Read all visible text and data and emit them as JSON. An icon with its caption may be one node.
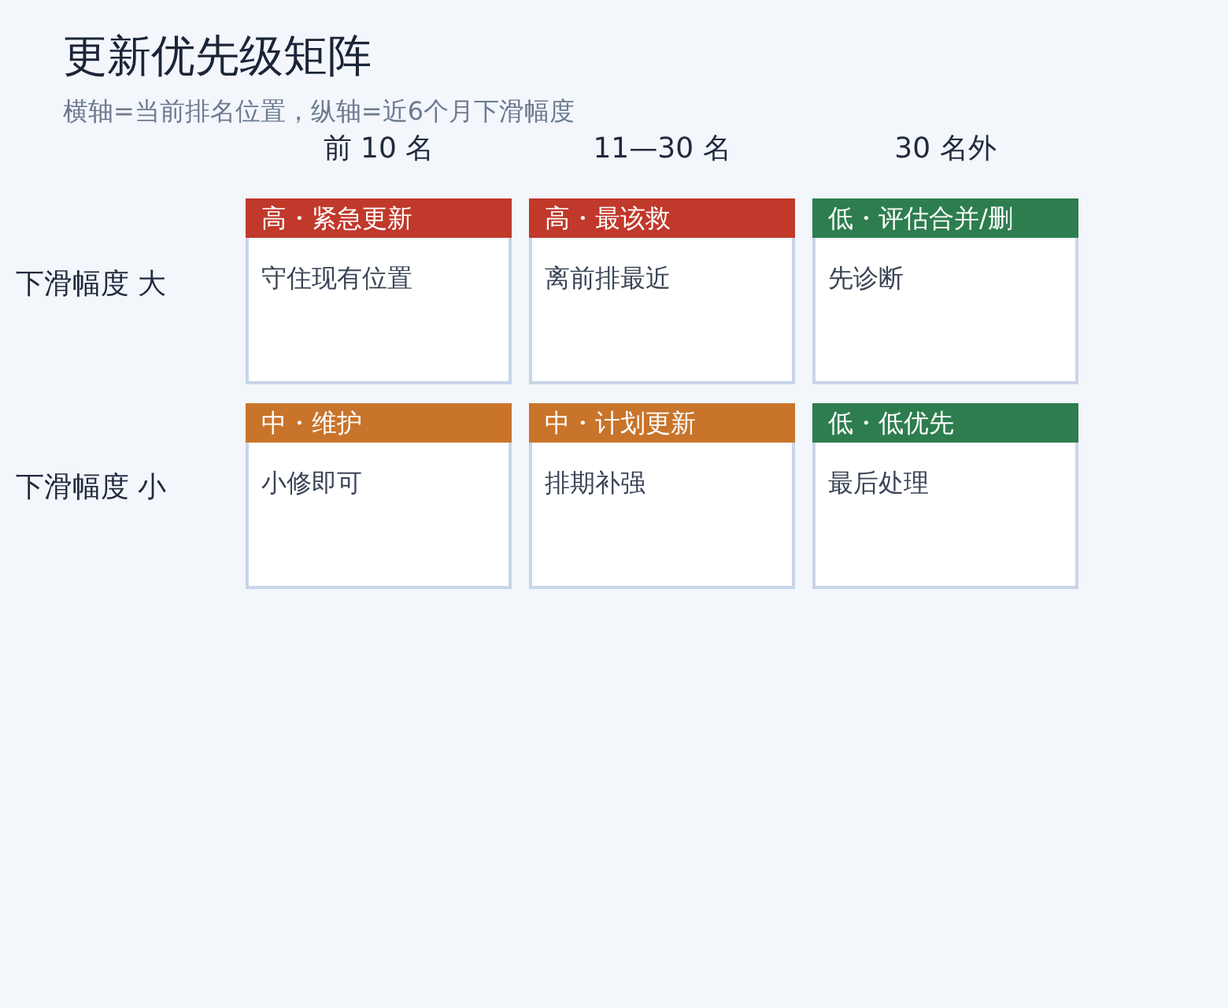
{
  "diagram": {
    "title": "更新优先级矩阵",
    "nodes": [
      {
        "text": [
          "高・紧急更新",
          "守住现有位置"
        ]
      },
      {
        "text": [
          "高・最该救",
          "离前排最近"
        ]
      },
      {
        "text": [
          "低・评估合并/删",
          "先诊断"
        ]
      },
      {
        "text": [
          "中・维护",
          "小修即可"
        ]
      },
      {
        "text": [
          "中・计划更新",
          "排期补强"
        ]
      },
      {
        "text": [
          "低・低优先",
          "最后处理"
        ]
      }
    ],
    "labels": [
      "横轴=当前排名位置，纵轴=近6个月下滑幅度",
      "前 10 名",
      "11—30 名",
      "30 名外",
      "下滑幅度 大",
      "下滑幅度 小"
    ]
  }
}
